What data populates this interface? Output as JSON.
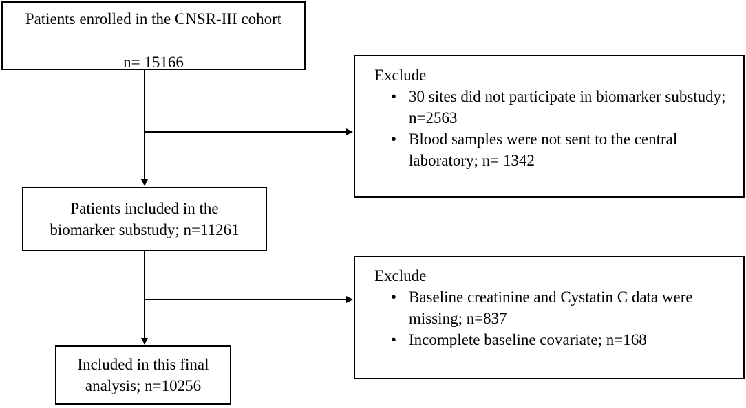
{
  "boxes": {
    "enrolled": {
      "line1": "Patients enrolled in the CNSR-III cohort",
      "line2": "n= 15166"
    },
    "substudy": {
      "line1": "Patients included in the",
      "line2": "biomarker substudy; n=11261"
    },
    "final": {
      "line1": "Included in this final",
      "line2": "analysis; n=10256"
    }
  },
  "exclusions": [
    {
      "title": "Exclude",
      "items": [
        "30 sites did not participate in biomarker substudy; n=2563",
        "Blood samples were not sent to the central laboratory; n= 1342"
      ]
    },
    {
      "title": "Exclude",
      "items": [
        "Baseline creatinine and Cystatin C data were missing; n=837",
        "Incomplete baseline covariate; n=168"
      ]
    }
  ],
  "bullet_symbol": "•"
}
